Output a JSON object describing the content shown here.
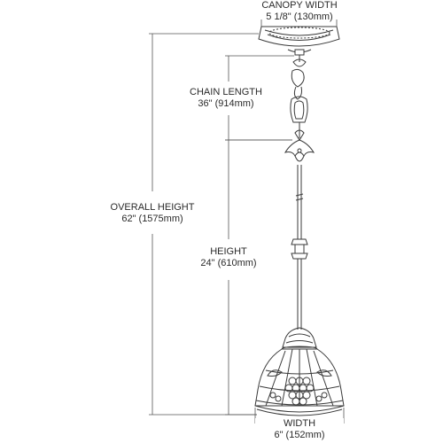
{
  "dimensions": {
    "canopy_width": {
      "title": "CANOPY WIDTH",
      "value": "5 1/8\" (130mm)"
    },
    "chain_length": {
      "title": "CHAIN LENGTH",
      "value": "36\" (914mm)"
    },
    "overall_height": {
      "title": "OVERALL HEIGHT",
      "value": "62\" (1575mm)"
    },
    "height": {
      "title": "HEIGHT",
      "value": "24\" (610mm)"
    },
    "width": {
      "title": "WIDTH",
      "value": "6\" (152mm)"
    }
  },
  "colors": {
    "line": "#3a3a3a",
    "dim_line": "#555555",
    "background": "#ffffff"
  }
}
